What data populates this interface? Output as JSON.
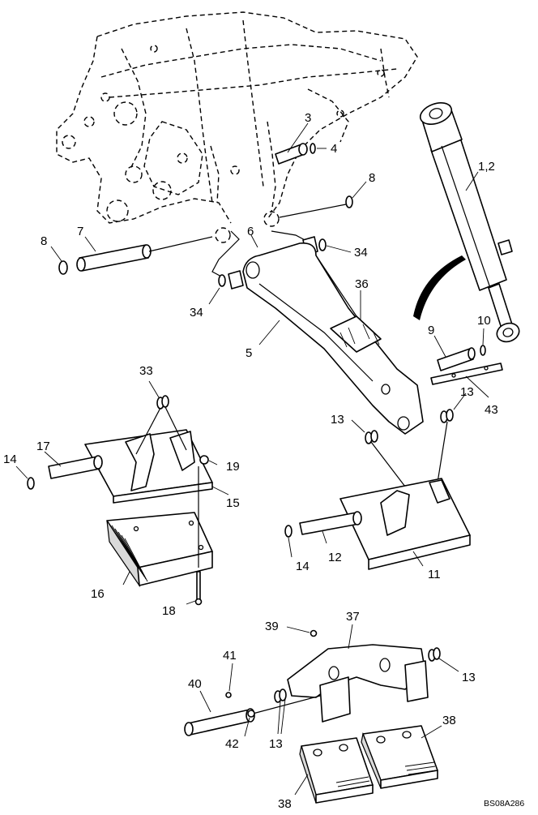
{
  "diagram": {
    "labels": {
      "cylinder": "1,2",
      "pin_top": "3",
      "ring_top": "4",
      "arm": "5",
      "link": "6",
      "pin_left": "7",
      "ring_left": "8",
      "ring_right_upper": "8",
      "pin_lower_right": "9",
      "ring_lower_right": "10",
      "bracket_lower_right": "11",
      "pin_bracket_right": "12",
      "washers_arm_left": "13",
      "washers_arm_right": "13",
      "washers_weight_right": "13",
      "washers_weight_left": "13",
      "ring_far_left": "14",
      "ring_bracket_right": "14",
      "plate_left": "15",
      "counterweight_stack": "16",
      "pin_bracket_left": "17",
      "bolt_stack": "18",
      "nut_plate": "19",
      "bushing_left": "34",
      "bushing_right": "34",
      "weight_frame": "37",
      "weight_block_right": "38",
      "weight_block_left": "38",
      "nut_frame": "39",
      "pin_weight": "40",
      "fitting_top": "41",
      "fitting_bottom": "42",
      "rod_right": "43",
      "bracket_left": "33",
      "guard_plate": "36"
    },
    "doc_ref": "BS08A286"
  }
}
